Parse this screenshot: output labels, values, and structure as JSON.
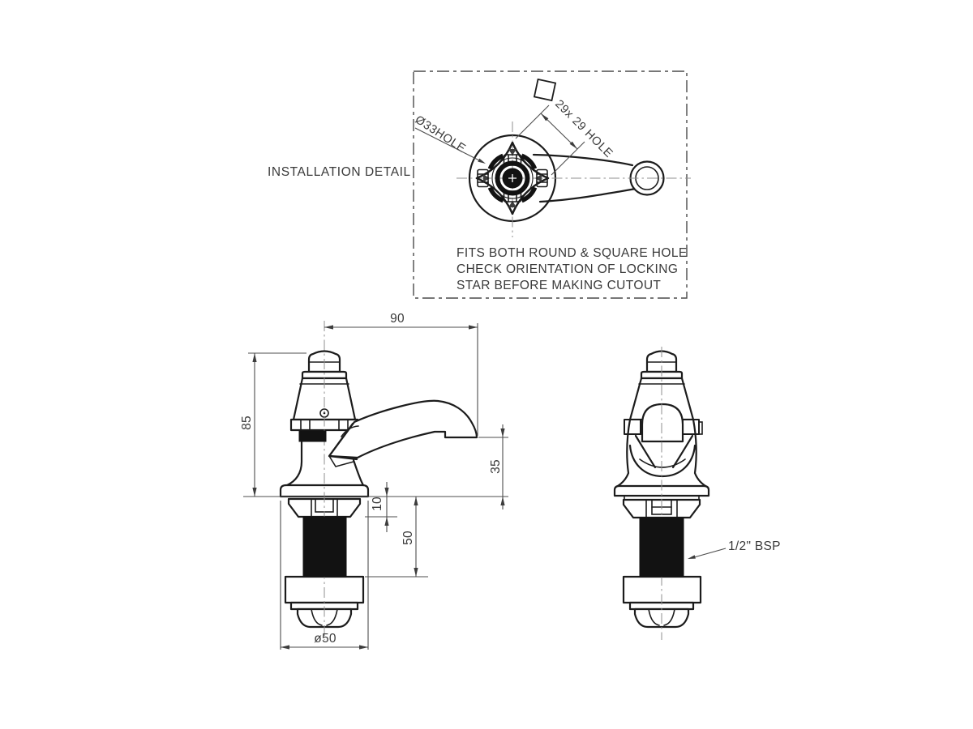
{
  "panel": {
    "title": "INSTALLATION DETAIL",
    "hole_labels": {
      "round": "Ø33HOLE",
      "square": "29x 29 HOLE"
    },
    "note_lines": [
      "FITS BOTH ROUND & SQUARE HOLE",
      "CHECK ORIENTATION OF LOCKING",
      "STAR BEFORE MAKING CUTOUT"
    ]
  },
  "dimensions": {
    "spout_reach": "90",
    "body_height": "85",
    "outlet_clearance": "35",
    "deck_grip": "10",
    "thread_length": "50",
    "flange_diameter": "ø50"
  },
  "annotations": {
    "thread_size": "1/2\" BSP"
  },
  "colors": {
    "outline": "#1c1c1c",
    "dimension": "#4d4d4d",
    "centerline": "#8f8f8f",
    "text": "#3a3a3a",
    "fill_black": "#121212"
  }
}
